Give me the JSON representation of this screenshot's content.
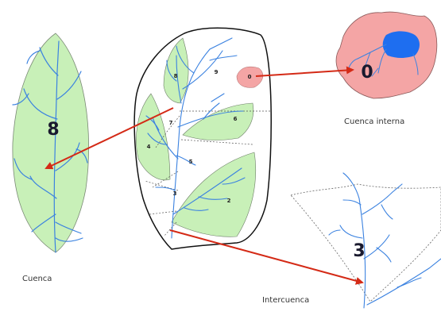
{
  "labels": {
    "cuenca": "Cuenca",
    "cuenca_interna": "Cuenca interna",
    "intercuenca": "Intercuenca"
  },
  "big_numbers": {
    "cuenca": "8",
    "cuenca_interna": "0",
    "intercuenca": "3"
  },
  "subbasin_numbers": [
    "0",
    "2",
    "3",
    "4",
    "5",
    "6",
    "7",
    "8",
    "9"
  ],
  "colors": {
    "basin_fill": "#c8f0b8",
    "internal_fill": "#f4a5a5",
    "lake": "#1e6ef0",
    "river": "#3b82e0",
    "arrow": "#d42a16",
    "outline": "#111111"
  }
}
